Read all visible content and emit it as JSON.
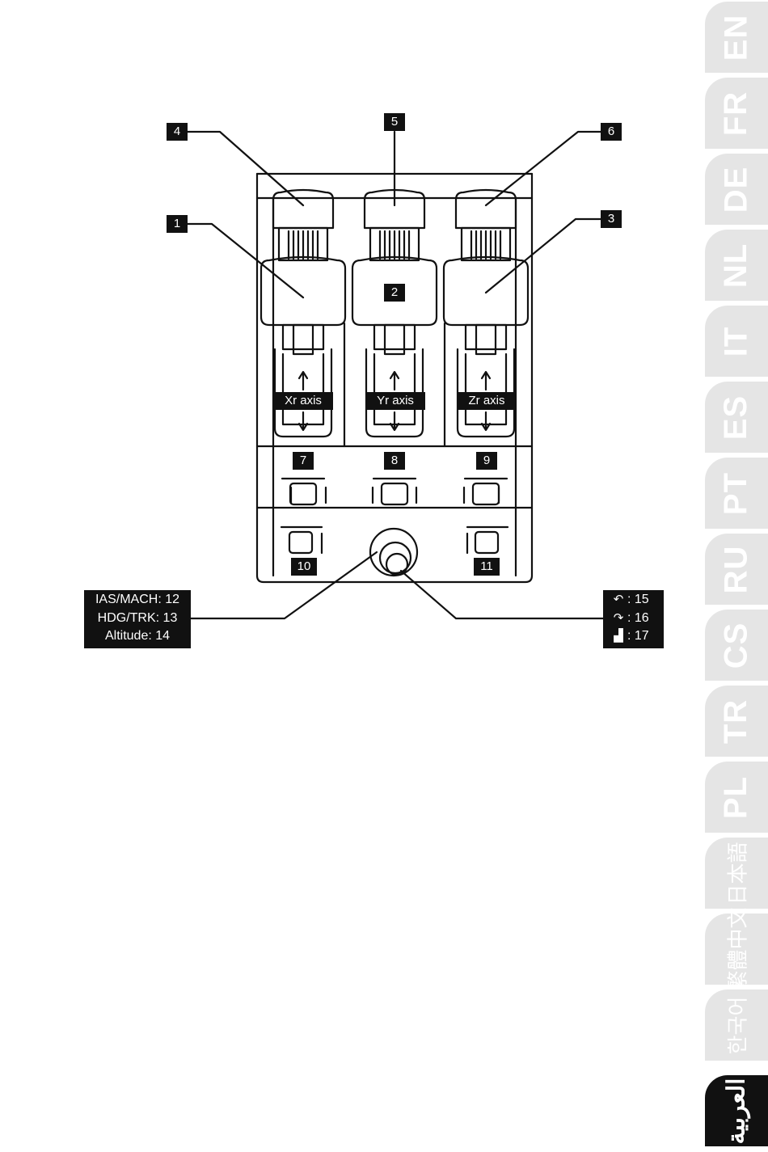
{
  "callouts": {
    "n1": "1",
    "n2": "2",
    "n3": "3",
    "n4": "4",
    "n5": "5",
    "n6": "6",
    "n7": "7",
    "n8": "8",
    "n9": "9",
    "n10": "10",
    "n11": "11"
  },
  "axes": {
    "xr": "Xr axis",
    "yr": "Yr axis",
    "zr": "Zr axis"
  },
  "knob_functions": [
    "IAS/MACH: 12",
    "HDG/TRK: 13",
    "Altitude: 14"
  ],
  "push_functions": [
    {
      "icon": "rotate-left-icon",
      "text": ": 15"
    },
    {
      "icon": "rotate-right-icon",
      "text": ": 16"
    },
    {
      "icon": "push-icon",
      "text": ": 17"
    }
  ],
  "languages": [
    "EN",
    "FR",
    "DE",
    "NL",
    "IT",
    "ES",
    "PT",
    "RU",
    "CS",
    "TR",
    "PL",
    "日本語",
    "繁體中文",
    "한국어",
    "العربية"
  ],
  "active_language": "العربية",
  "colors": {
    "ink": "#111111",
    "tab_inactive": "#e5e5e5",
    "tab_active": "#111111"
  }
}
